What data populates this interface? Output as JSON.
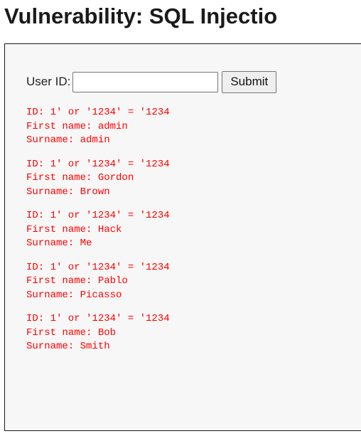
{
  "page": {
    "title": "Vulnerability: SQL Injectio"
  },
  "form": {
    "label": "User ID:",
    "input_value": "",
    "submit_label": "Submit"
  },
  "results": [
    {
      "id": "ID: 1' or '1234' = '1234",
      "first_name": "First name: admin",
      "surname": "Surname: admin"
    },
    {
      "id": "ID: 1' or '1234' = '1234",
      "first_name": "First name: Gordon",
      "surname": "Surname: Brown"
    },
    {
      "id": "ID: 1' or '1234' = '1234",
      "first_name": "First name: Hack",
      "surname": "Surname: Me"
    },
    {
      "id": "ID: 1' or '1234' = '1234",
      "first_name": "First name: Pablo",
      "surname": "Surname: Picasso"
    },
    {
      "id": "ID: 1' or '1234' = '1234",
      "first_name": "First name: Bob",
      "surname": "Surname: Smith"
    }
  ],
  "colors": {
    "result_text": "#ff0000",
    "box_background": "#f7f7f7",
    "title_text": "#1a1a1a"
  }
}
